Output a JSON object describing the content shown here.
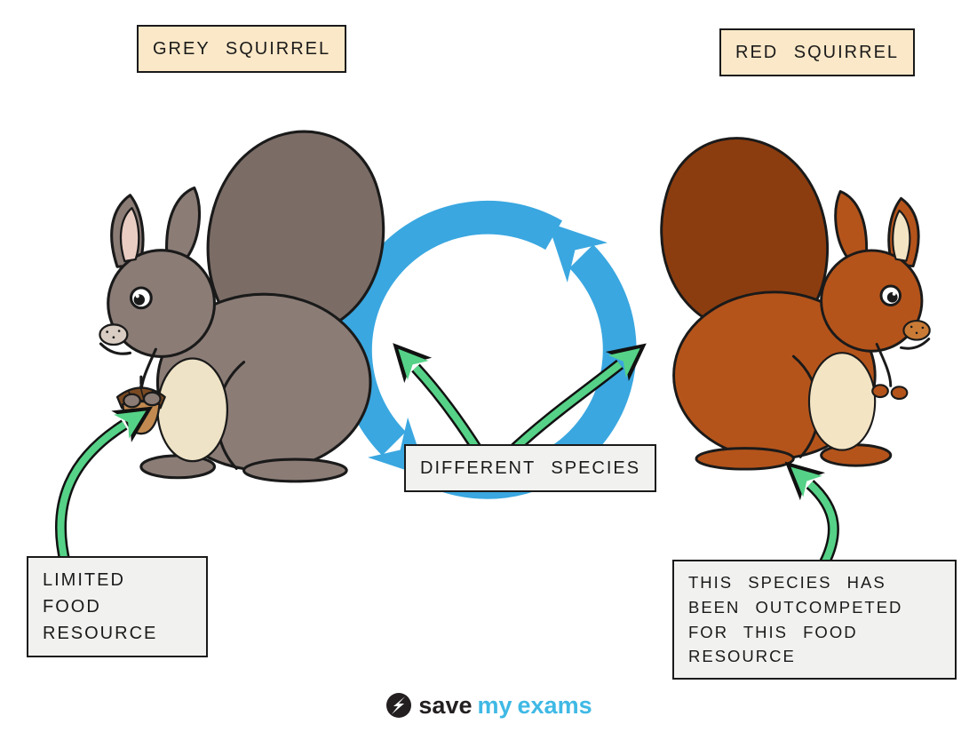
{
  "labels": {
    "grey_squirrel": "GREY SQUIRREL",
    "red_squirrel": "RED SQUIRREL",
    "different_species": "DIFFERENT SPECIES",
    "limited_food": "LIMITED FOOD RESOURCE",
    "outcompeted": "THIS SPECIES HAS BEEN OUTCOMPETED FOR THIS FOOD RESOURCE"
  },
  "logo": {
    "save": "save",
    "my": "my",
    "exams": "exams"
  },
  "icons": {
    "cycle": "competition-cycle-icon",
    "logo_mark": "savemyexams-logo-icon"
  },
  "colors": {
    "cycle_blue": "#3AA7E0",
    "arrow_green": "#55D287",
    "label_peach": "#FBE8C8",
    "box_grey": "#F1F1F0",
    "grey_squirrel_body": "#8B7C76",
    "grey_squirrel_tail": "#7B6C66",
    "red_squirrel_body": "#B4541B",
    "red_squirrel_tail": "#8C3D0F",
    "belly_cream": "#EEE3C6",
    "logo_blue": "#3FB9E5",
    "logo_black": "#231F20"
  }
}
